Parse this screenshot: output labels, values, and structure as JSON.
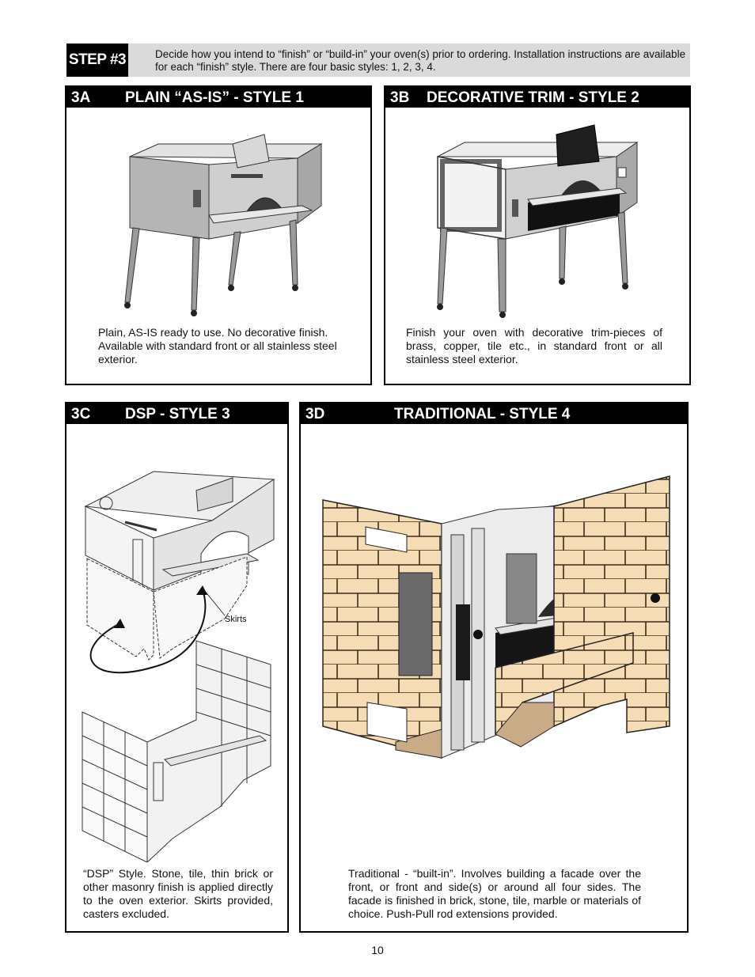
{
  "step": {
    "tag": "STEP #3",
    "text": "Decide how you intend to “finish” or “build-in” your oven(s) prior to ordering. Installation instructions are available for each “finish” style. There are four basic styles: 1, 2, 3, 4."
  },
  "panels": {
    "a": {
      "code": "3A",
      "name": "PLAIN “AS-IS” - STYLE 1",
      "caption": "Plain, AS-IS ready to use. No decorative finish. Available with standard front or all stainless steel exterior."
    },
    "b": {
      "code": "3B",
      "name": "DECORATIVE TRIM - STYLE 2",
      "caption": "Finish your oven with decorative trim-pieces of brass, copper, tile etc., in standard front or all stainless steel exterior."
    },
    "c": {
      "code": "3C",
      "name": "DSP - STYLE 3",
      "skirts_label": "Skirts",
      "caption": "“DSP” Style. Stone, tile, thin brick or other masonry finish is applied directly to the oven exterior. Skirts provided, casters excluded."
    },
    "d": {
      "code": "3D",
      "name": "TRADITIONAL - STYLE 4",
      "caption": "Traditional - “built-in”. Involves building a facade over the front, or front and side(s) or around all four sides. The facade is finished in brick, stone, tile, marble or materials of choice. Push-Pull rod extensions provided."
    }
  },
  "colors": {
    "brick": "#f6dcb4",
    "mortar_backing": "#c9ab87",
    "metal_gray": "#9a9a9a"
  },
  "page_number": "10"
}
